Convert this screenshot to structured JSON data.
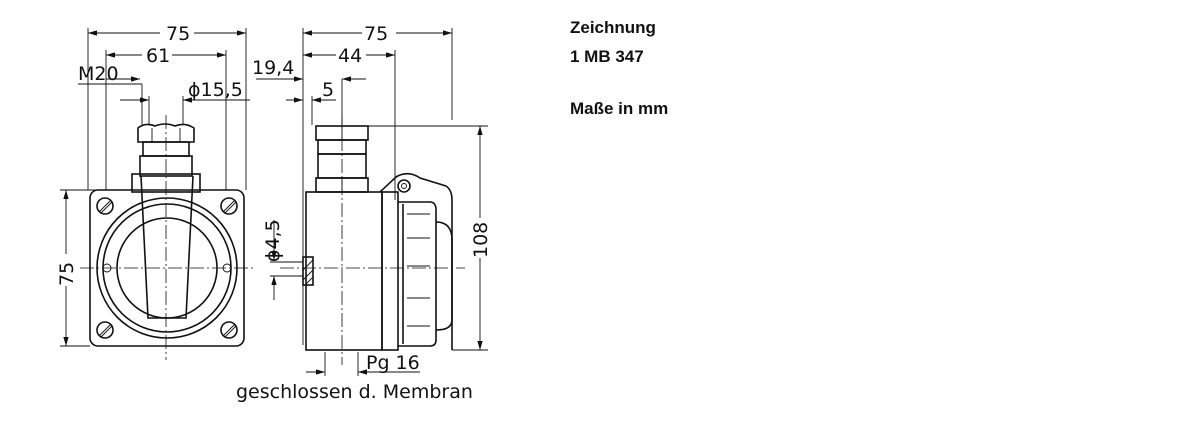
{
  "notes": {
    "drawing_label": "Zeichnung",
    "drawing_number": "1 MB 347",
    "units": "Maße in mm"
  },
  "front_view": {
    "dim_width_total": "75",
    "dim_width_inner": "61",
    "dim_thread": "M20",
    "dim_cable_diameter": "ϕ15,5",
    "dim_height": "75"
  },
  "side_view": {
    "dim_depth_total": "75",
    "dim_depth_body": "44",
    "dim_offset": "19,4",
    "dim_gland_offset": "5",
    "dim_hole": "ϕ4,5",
    "dim_height": "108",
    "dim_gland_thread": "Pg 16",
    "caption": "geschlossen d. Membran"
  }
}
